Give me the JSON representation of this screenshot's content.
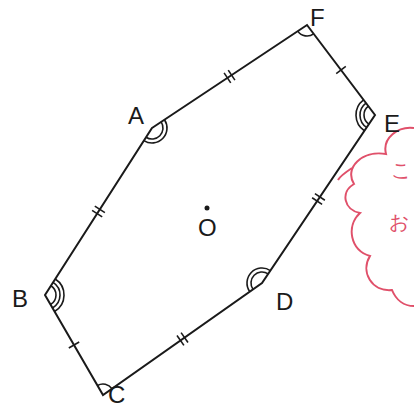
{
  "diagram": {
    "labels": [
      "A",
      "B",
      "C",
      "D",
      "E",
      "F",
      "O",
      "こ",
      "お"
    ]
  }
}
